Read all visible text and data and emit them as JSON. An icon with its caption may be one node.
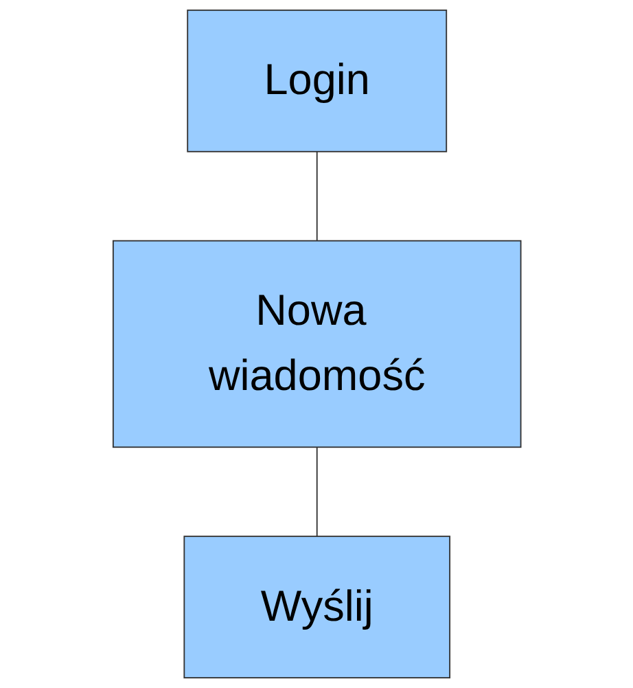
{
  "diagram": {
    "nodes": [
      {
        "text": [
          "Login"
        ]
      },
      {
        "text": [
          "Nowa wiadomość"
        ]
      },
      {
        "text": [
          "Wyślij"
        ]
      }
    ],
    "edges": [
      {
        "from": 0,
        "to": 1,
        "arrow": "none"
      },
      {
        "from": 1,
        "to": 2,
        "arrow": "none"
      }
    ]
  }
}
